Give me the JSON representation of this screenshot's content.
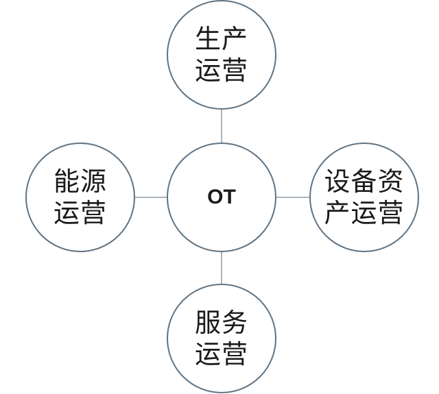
{
  "diagram": {
    "center": {
      "label": "OT"
    },
    "top": {
      "lines": [
        "生产",
        "运营"
      ]
    },
    "left": {
      "lines": [
        "能源",
        "运营"
      ]
    },
    "right": {
      "lines": [
        "设备资",
        "产运营"
      ]
    },
    "bottom": {
      "lines": [
        "服务",
        "运营"
      ]
    }
  },
  "colors": {
    "circle_border": "#5f7383",
    "connector": "#aab4bd",
    "text": "#1a1a1a",
    "background": "#ffffff"
  }
}
